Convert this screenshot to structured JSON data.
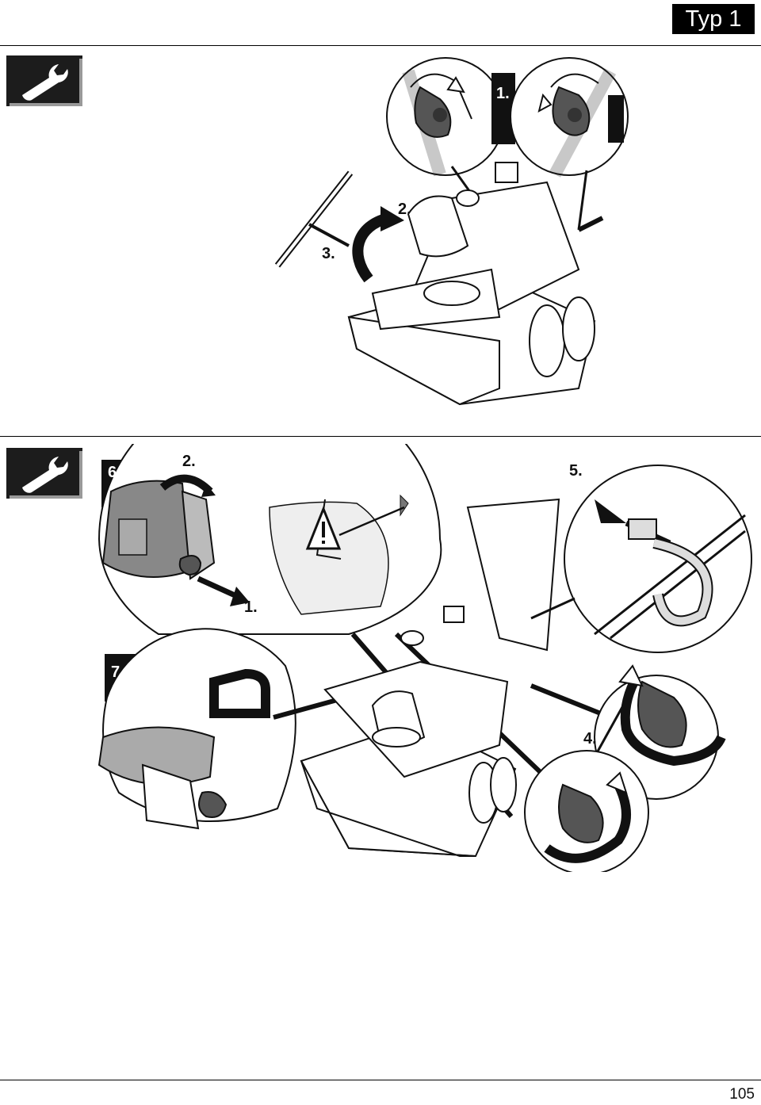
{
  "header": {
    "type_badge": "Typ 1"
  },
  "section1": {
    "icon": "wrench-icon",
    "steps": {
      "s1": "1.",
      "s2": "2.",
      "s3": "3."
    }
  },
  "section2": {
    "icon": "wrench-icon",
    "steps": {
      "s1": "1.",
      "s2": "2.",
      "s4": "4.",
      "s5": "5.",
      "s6": "6.",
      "s7": "7."
    },
    "warning_icon": "warning-triangle-icon"
  },
  "footer": {
    "page_number": "105"
  }
}
